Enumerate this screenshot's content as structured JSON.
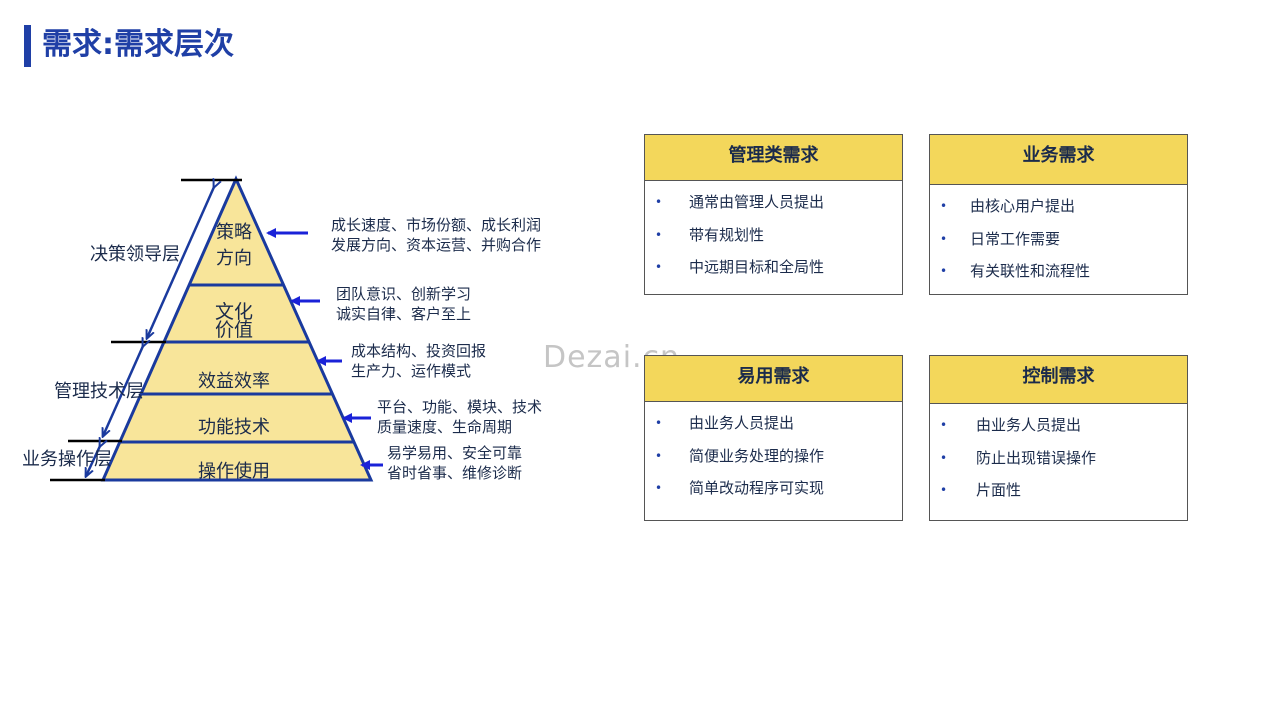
{
  "slide": {
    "title": "需求:需求层次",
    "watermark": "Dezai.cn"
  },
  "pyramid": {
    "fill_color": "#f8e59a",
    "line_color": "#1a3a9e",
    "arrow_color": "#1a22d8",
    "layers": [
      {
        "label_line1": "策略",
        "label_line2": "方向"
      },
      {
        "label_line1": "文化",
        "label_line2": "价值"
      },
      {
        "label_line1": "效益效率"
      },
      {
        "label_line1": "功能技术"
      },
      {
        "label_line1": "操作使用"
      }
    ],
    "side_labels": [
      "决策领导层",
      "管理技术层",
      "业务操作层"
    ],
    "annotations": [
      {
        "line1": "成长速度、市场份额、成长利润",
        "line2": "发展方向、资本运营、并购合作"
      },
      {
        "line1": "团队意识、创新学习",
        "line2": "诚实自律、客户至上"
      },
      {
        "line1": "成本结构、投资回报",
        "line2": "生产力、运作模式"
      },
      {
        "line1": "平台、功能、模块、技术",
        "line2": "质量速度、生命周期"
      },
      {
        "line1": "易学易用、安全可靠",
        "line2": "省时省事、维修诊断"
      }
    ]
  },
  "boxes": [
    {
      "title": "管理类需求",
      "items": [
        "通常由管理人员提出",
        "带有规划性",
        "中远期目标和全局性"
      ]
    },
    {
      "title": "业务需求",
      "items": [
        "由核心用户提出",
        "日常工作需要",
        "有关联性和流程性"
      ]
    },
    {
      "title": "易用需求",
      "items": [
        "由业务人员提出",
        "简便业务处理的操作",
        "简单改动程序可实现"
      ]
    },
    {
      "title": "控制需求",
      "items": [
        "由业务人员提出",
        "防止出现错误操作",
        "片面性"
      ]
    }
  ],
  "colors": {
    "title": "#1f3fa6",
    "box_header": "#f3d75b"
  }
}
